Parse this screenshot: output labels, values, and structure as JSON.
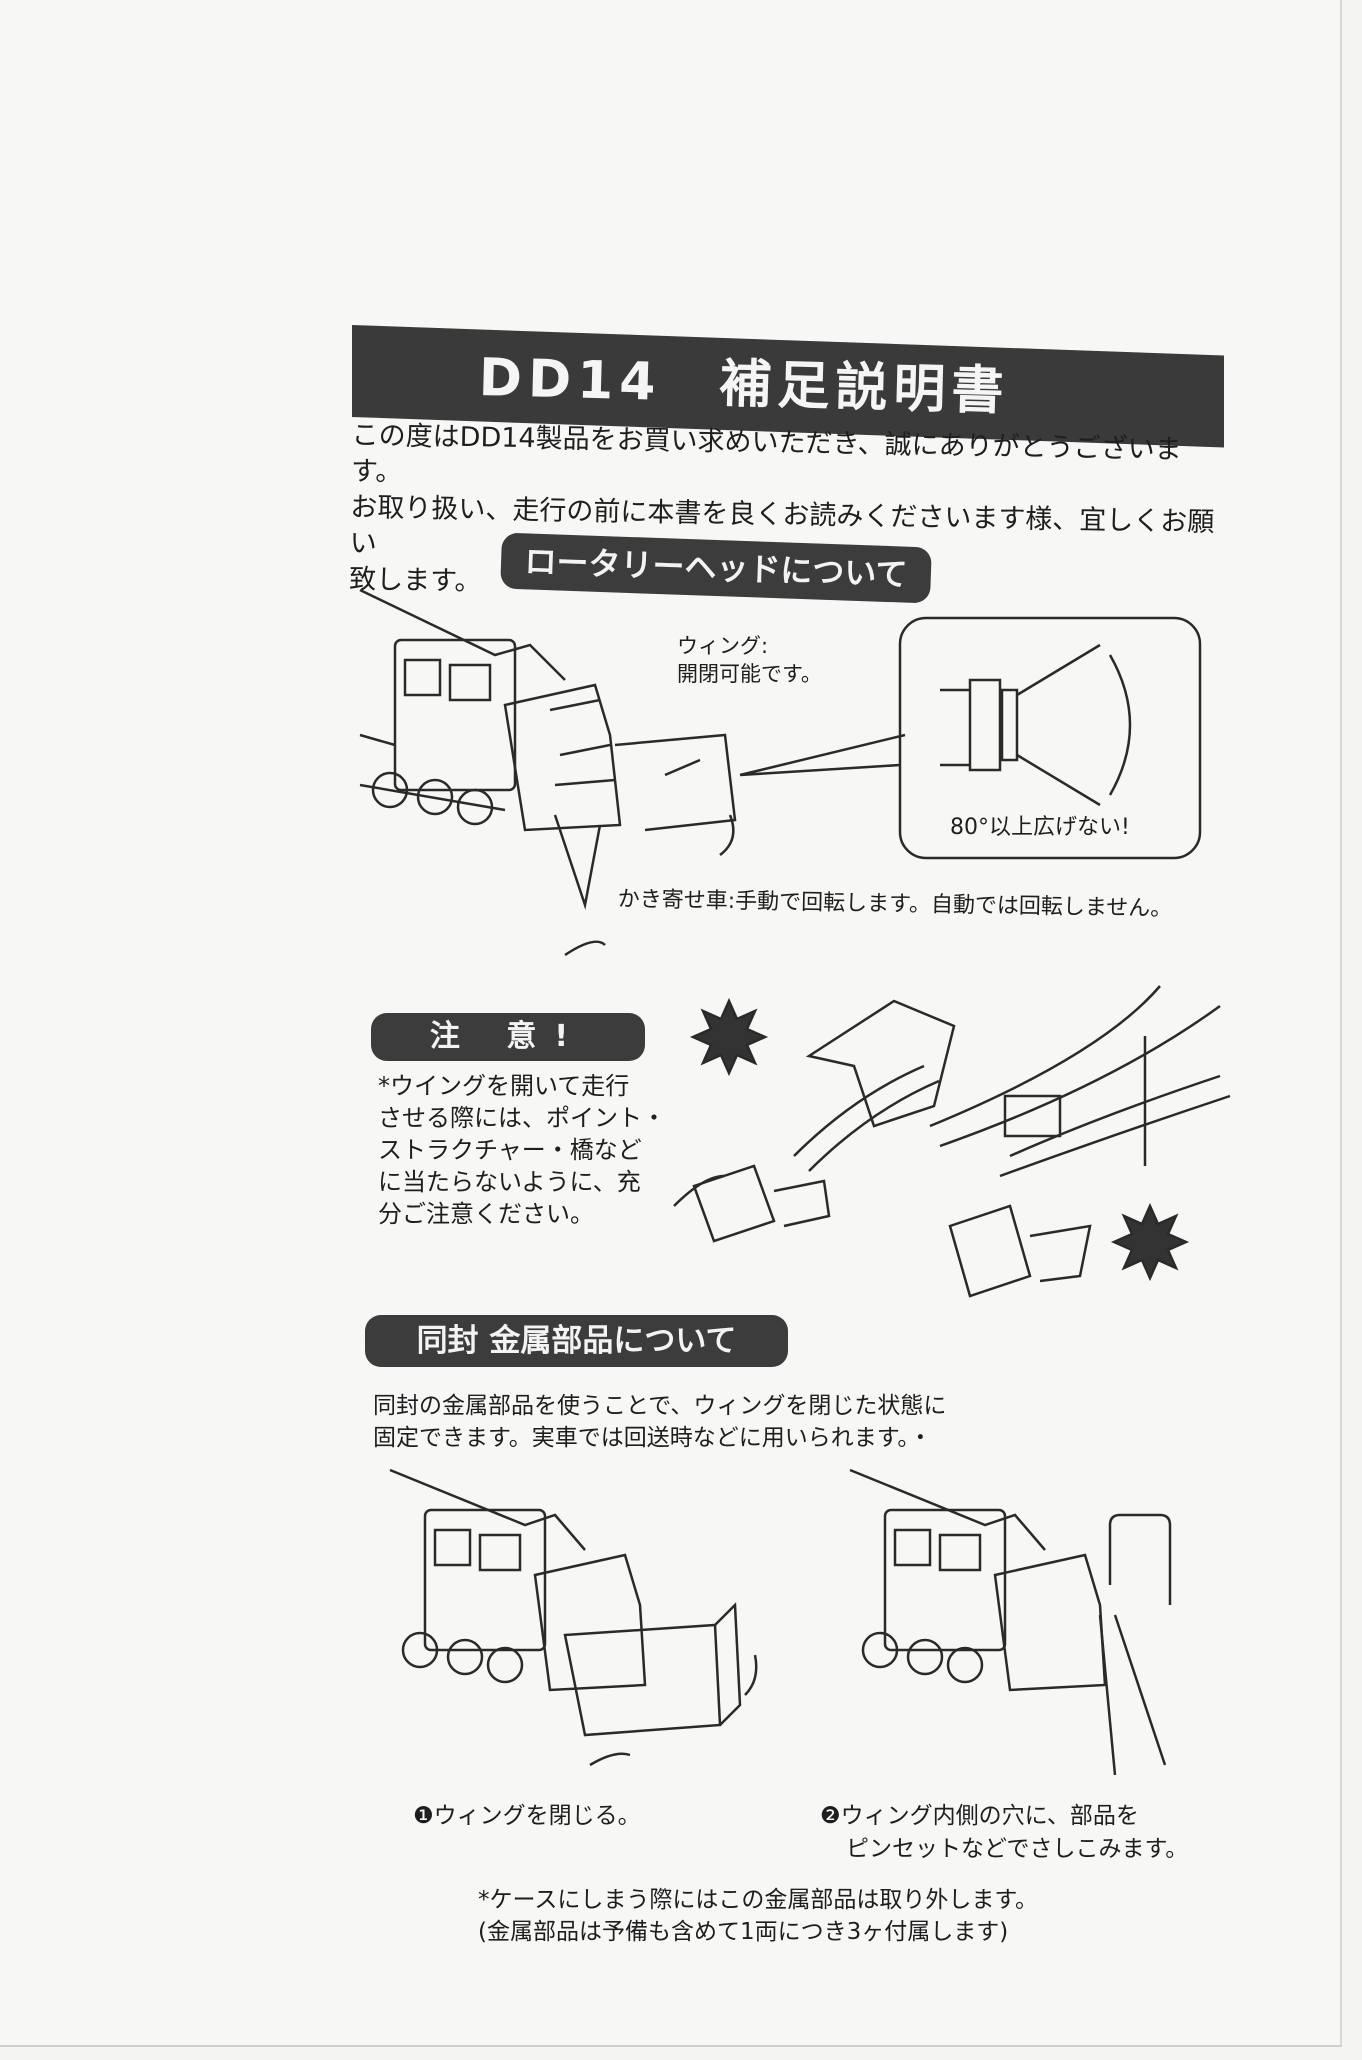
{
  "header": {
    "title": "DD14　補足説明書"
  },
  "intro": {
    "lines": [
      "この度はDD14製品をお買い求めいただき、誠にありがとうございます。",
      "お取り扱い、走行の前に本書を良くお読みくださいます様、宜しくお願い",
      "致します。"
    ]
  },
  "rotary_head": {
    "heading": "ロータリーヘッドについて",
    "wing_label_1": "ウィング:",
    "wing_label_2": "開閉可能です。",
    "limit_label": "80°以上広げない!",
    "scraper_label": "かき寄せ車:手動で回転します。自動では回転しません。"
  },
  "caution": {
    "heading": "注 意!",
    "lines": [
      "*ウイングを開いて走行",
      "させる際には、ポイント・",
      "ストラクチャー・橋など",
      "に当たらないように、充",
      "分ご注意ください。"
    ]
  },
  "metal_parts": {
    "heading": "同封 金属部品について",
    "lines": [
      "同封の金属部品を使うことで、ウィングを閉じた状態に",
      "固定できます。実車では回送時などに用いられます。・"
    ],
    "step1": "❶ウィングを閉じる。",
    "step2_1": "❷ウィング内側の穴に、部品を",
    "step2_2": "ピンセットなどでさしこみます。",
    "note_1": "*ケースにしまう際にはこの金属部品は取り外します。",
    "note_2": "(金属部品は予備も含めて1両につき3ヶ付属します)"
  }
}
